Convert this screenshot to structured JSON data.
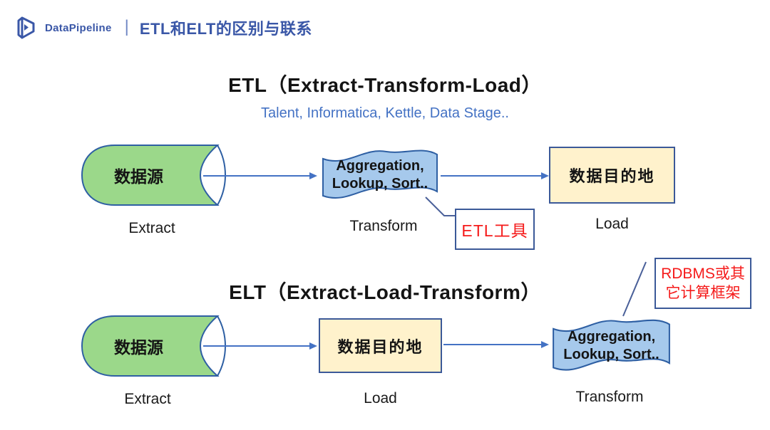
{
  "header": {
    "logo_text": "DataPipeline",
    "separator": "|",
    "title": "ETL和ELT的区别与联系"
  },
  "etl": {
    "title": "ETL（Extract-Transform-Load）",
    "subtitle": "Talent, Informatica, Kettle, Data Stage..",
    "source": {
      "label": "数据源",
      "caption": "Extract"
    },
    "transform": {
      "label_line1": "Aggregation,",
      "label_line2": "Lookup,  Sort..",
      "caption": "Transform"
    },
    "destination": {
      "label": "数据目的地",
      "caption": "Load"
    },
    "callout": {
      "label": "ETL工具"
    }
  },
  "elt": {
    "title": "ELT（Extract-Load-Transform）",
    "source": {
      "label": "数据源",
      "caption": "Extract"
    },
    "destination": {
      "label": "数据目的地",
      "caption": "Load"
    },
    "transform": {
      "label_line1": "Aggregation,",
      "label_line2": "Lookup,  Sort..",
      "caption": "Transform"
    },
    "callout": {
      "line1": "RDBMS或其",
      "line2": "它计算框架"
    }
  },
  "colors": {
    "accent_blue": "#3A57A7",
    "shape_outline": "#2E5FA3",
    "arrow": "#4472C4",
    "box_border": "#3B5998",
    "green_fill": "#9BD88A",
    "blue_fill": "#A6C9EC",
    "yellow_fill": "#FFF2CC",
    "red_text": "#F51A1A",
    "callout_line": "#4A6099"
  }
}
